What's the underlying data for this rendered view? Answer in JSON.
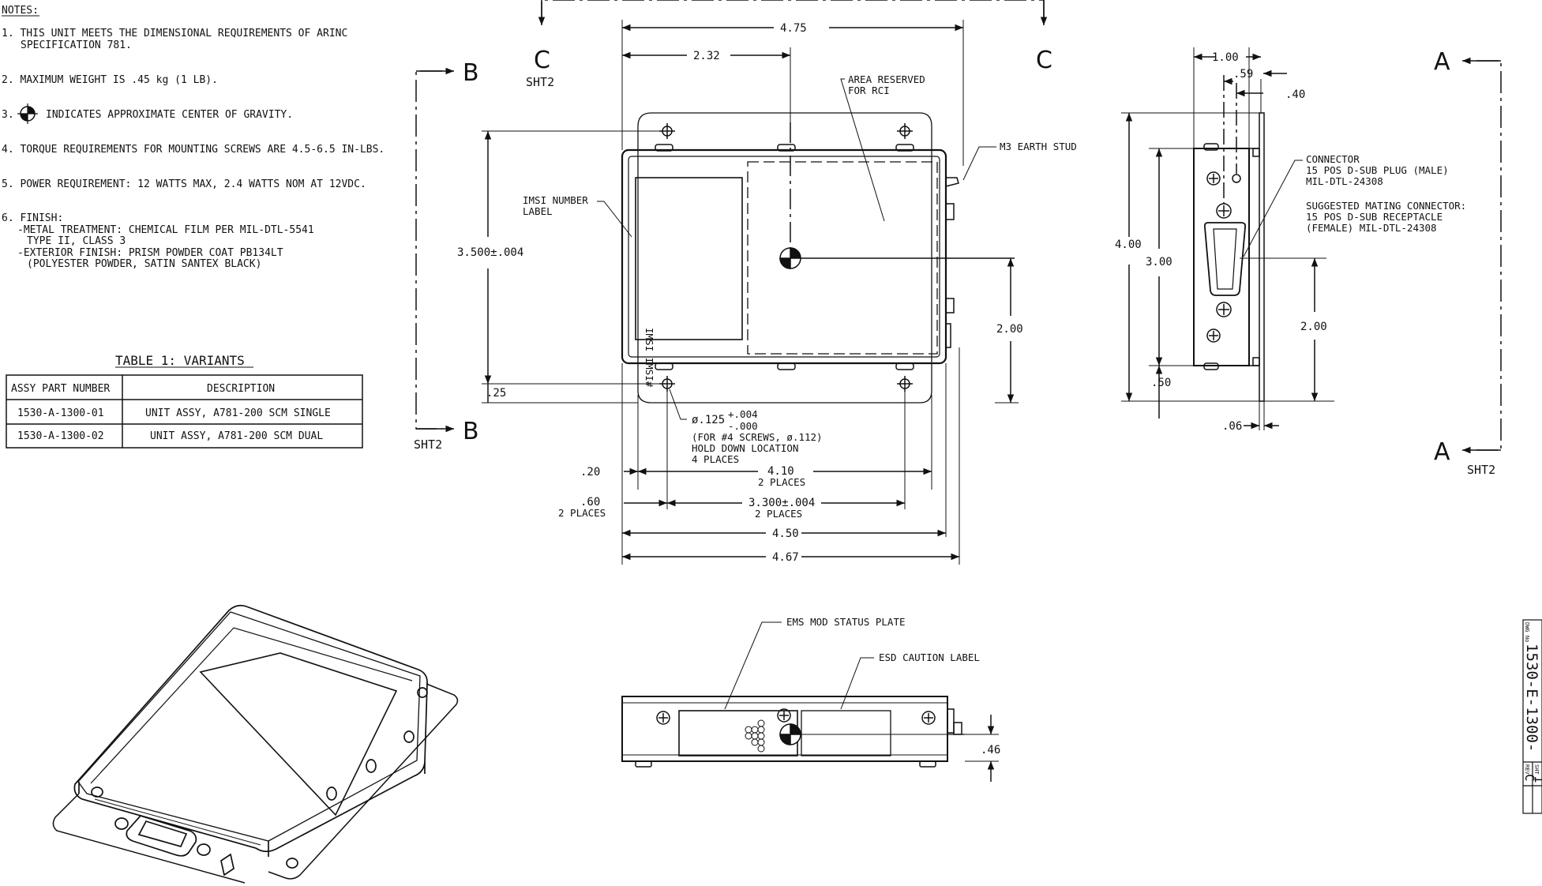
{
  "notes": {
    "heading": "NOTES:",
    "items": [
      "1. THIS UNIT MEETS THE DIMENSIONAL REQUIREMENTS OF ARINC",
      "SPECIFICATION 781.",
      "2. MAXIMUM WEIGHT IS .45 kg (1 LB).",
      "INDICATES APPROXIMATE CENTER OF GRAVITY.",
      "4. TORQUE REQUIREMENTS FOR MOUNTING SCREWS ARE 4.5-6.5 IN-LBS.",
      "5. POWER REQUIREMENT: 12 WATTS MAX, 2.4 WATTS NOM AT 12VDC.",
      "6. FINISH:",
      "-METAL TREATMENT: CHEMICAL FILM PER MIL-DTL-5541",
      "TYPE II, CLASS 3",
      "-EXTERIOR FINISH: PRISM POWDER COAT PB134LT",
      "(POLYESTER POWDER, SATIN SANTEX BLACK)"
    ],
    "note3_prefix": "3."
  },
  "table": {
    "title": "TABLE 1: VARIANTS",
    "headers": [
      "ASSY PART NUMBER",
      "DESCRIPTION"
    ],
    "rows": [
      [
        "1530-A-1300-01",
        "UNIT ASSY, A781-200 SCM SINGLE"
      ],
      [
        "1530-A-1300-02",
        "UNIT ASSY, A781-200 SCM DUAL"
      ]
    ]
  },
  "section_markers": {
    "c_left": "C",
    "c_right": "C",
    "c_sheet": "SHT2",
    "b_top": "B",
    "b_bottom": "B",
    "b_sheet": "SHT2",
    "a_top": "A",
    "a_bottom": "A",
    "a_sheet": "SHT2"
  },
  "top_view": {
    "dims": {
      "overall_top": "4.75",
      "cg_x": "2.32",
      "height": "3.500±.004",
      "cg_y": "2.00",
      "bottom_offset": ".25",
      "flange": ".20",
      "hole_x": ".60",
      "hole_x_note": "2 PLACES",
      "span_410": "4.10",
      "span_410_note": "2 PLACES",
      "span_3300": "3.300±.004",
      "span_3300_note": "2 PLACES",
      "width_450": "4.50",
      "width_467": "4.67"
    },
    "callouts": {
      "area_reserved": [
        "AREA RESERVED",
        "FOR RCI"
      ],
      "earth_stud": "M3 EARTH STUD",
      "imsi_label": [
        "IMSI NUMBER",
        "LABEL"
      ],
      "hole_dia": "ø.125",
      "hole_tol_plus": "+.004",
      "hole_tol_minus": "-.000",
      "hole_notes": [
        "(FOR #4 SCREWS, ø.112)",
        "HOLD DOWN LOCATION",
        "4 PLACES"
      ],
      "imsi_text": "IMSI IMSI#"
    }
  },
  "side_view": {
    "dims": {
      "width_100": "1.00",
      "d059": ".59",
      "d040": ".40",
      "height_400": "4.00",
      "height_300": "3.00",
      "d200": "2.00",
      "d050": ".50",
      "d006": ".06"
    },
    "callouts": {
      "connector": [
        "CONNECTOR",
        "15 POS D-SUB PLUG (MALE)",
        "MIL-DTL-24308"
      ],
      "mating": [
        "SUGGESTED MATING CONNECTOR:",
        "15 POS D-SUB RECEPTACLE",
        "(FEMALE) MIL-DTL-24308"
      ]
    }
  },
  "front_view": {
    "callouts": {
      "ems": "EMS MOD STATUS PLATE",
      "esd": "ESD CAUTION LABEL"
    },
    "dims": {
      "d046": ".46"
    }
  },
  "title_block": {
    "dwg_label": "DWG No",
    "dwg_number": "1530-E-1300-",
    "rev_label": "REV",
    "rev": "C",
    "sht_label": "SHT",
    "sht": "1"
  }
}
